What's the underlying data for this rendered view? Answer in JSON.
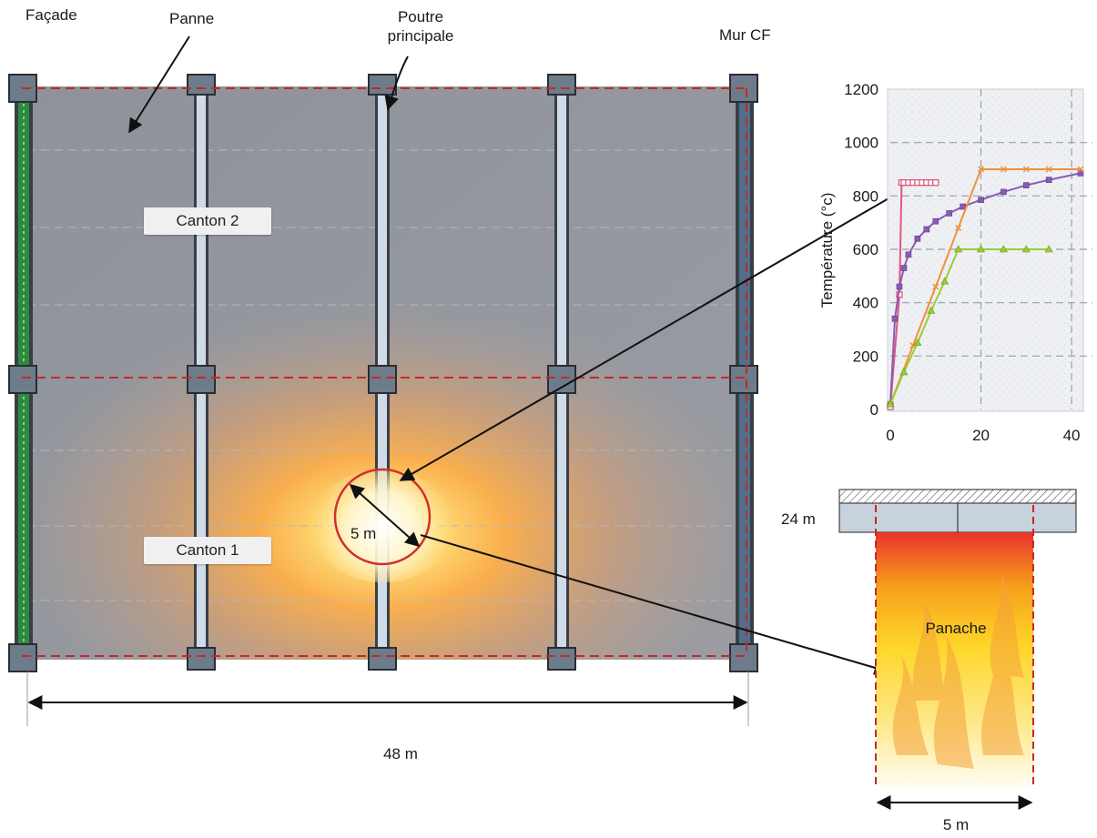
{
  "labels": {
    "facade": "Façade",
    "panne": "Panne",
    "poutre_line1": "Poutre",
    "poutre_line2": "principale",
    "mur_cf": "Mur CF",
    "canton2": "Canton 2",
    "canton1": "Canton 1",
    "diameter": "5 m",
    "width": "48 m",
    "height": "24 m",
    "panache": "Panache",
    "plume_width": "5 m"
  },
  "chart_data": {
    "type": "line",
    "title": "",
    "xlabel": "",
    "ylabel": "Température (°c)",
    "xlim": [
      0,
      42
    ],
    "ylim": [
      0,
      1200
    ],
    "xticks": [
      0,
      20,
      40
    ],
    "yticks": [
      0,
      200,
      400,
      600,
      800,
      1000,
      1200
    ],
    "grid": true,
    "series": [
      {
        "color": "#e0587a",
        "marker": "square-open",
        "x": [
          0,
          2,
          2.5,
          3,
          4,
          5,
          6,
          7,
          8,
          9,
          10
        ],
        "y": [
          10,
          430,
          850,
          850,
          850,
          850,
          850,
          850,
          850,
          850,
          850
        ]
      },
      {
        "color": "#8a5ab8",
        "marker": "square",
        "x": [
          0,
          1,
          2,
          3,
          4,
          6,
          8,
          10,
          13,
          16,
          20,
          25,
          30,
          35,
          42
        ],
        "y": [
          20,
          340,
          460,
          530,
          580,
          640,
          675,
          705,
          735,
          760,
          785,
          815,
          840,
          860,
          885
        ]
      },
      {
        "color": "#f0913a",
        "marker": "cross",
        "x": [
          0,
          5,
          10,
          15,
          20,
          25,
          30,
          35,
          42
        ],
        "y": [
          20,
          240,
          460,
          680,
          900,
          900,
          900,
          900,
          900
        ]
      },
      {
        "color": "#9acd32",
        "marker": "triangle",
        "x": [
          0,
          3,
          6,
          9,
          12,
          15,
          20,
          25,
          30,
          35
        ],
        "y": [
          20,
          140,
          250,
          370,
          480,
          600,
          600,
          600,
          600,
          600
        ]
      }
    ]
  },
  "colors": {
    "dash_red": "#c62828",
    "facade_green": "#2e8b3e",
    "wall_dark": "#3a3f47",
    "beam_light": "#cfdbe6",
    "floor_grey": "#8c9098"
  }
}
